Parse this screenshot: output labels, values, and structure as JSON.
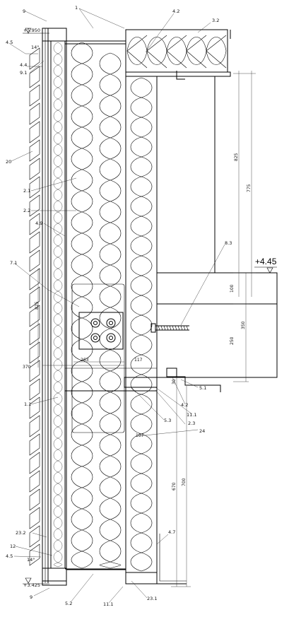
{
  "labels": {
    "l9_top": "9",
    "l1_top": "1",
    "l42_top": "4.2",
    "l32": "3.2",
    "l45_top": "4.5",
    "l44": "4.4",
    "l91": "9.1",
    "l20": "20",
    "l21": "2.1",
    "l22": "2.2",
    "l49": "4.9",
    "l71": "7.1",
    "l11": "1.1",
    "l232": "23.2",
    "l12": "12",
    "l45_bot": "4.5",
    "l9_bot": "9",
    "l52": "5.2",
    "l111_bot": "11.1",
    "l231": "23.1",
    "l47": "4.7",
    "l83": "8.3",
    "l51": "5.1",
    "l42_mid": "4.2",
    "l111_mid": "11.1",
    "l23": "2.3",
    "l24": "24",
    "l53": "5.3"
  },
  "levels": {
    "top": "+5.950",
    "slab": "+4.45",
    "bottom": "+3.425"
  },
  "slopes": {
    "top": "14°",
    "bottom": "14°"
  },
  "dims": {
    "d825_left": "825",
    "d370": "370",
    "d263": "263",
    "d117": "117",
    "d825_right": "825",
    "d775": "775",
    "d100": "100",
    "d350": "350",
    "d250": "250",
    "d30": "30",
    "d107": "107",
    "d670": "670",
    "d700": "700"
  }
}
